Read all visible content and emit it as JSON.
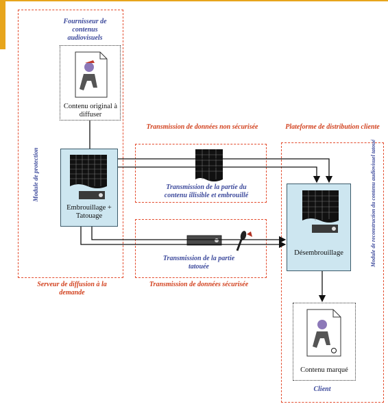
{
  "colors": {
    "frame_red": "#e34a2b",
    "label_red": "#d2421f",
    "label_blue": "#3d4a9c",
    "box_blue": "#cde6f0",
    "accent": "#e7a51c"
  },
  "labels": {
    "provider": "Fournisseur de contenus audiovisuels",
    "original_content": "Contenu original à diffuser",
    "protection_module": "Module de protection",
    "scramble_box": "Embrouillage + Tatouage",
    "server": "Serveur de diffusion à la demande",
    "unsecure_transmission": "Transmission de données non sécurisée",
    "unsecure_part": "Transmission de la partie du contenu illisible et embrouillé",
    "secure_part": "Transmission de la partie tatouée",
    "secure_transmission": "Transmission de données sécurisée",
    "platform": "Plateforme de distribution cliente",
    "reconstruction_module": "Module de reconstruction du contenu audiovisuel tatoué",
    "descramble_box": "Désembrouillage",
    "marked_content": "Contenu marqué",
    "client": "Client"
  }
}
